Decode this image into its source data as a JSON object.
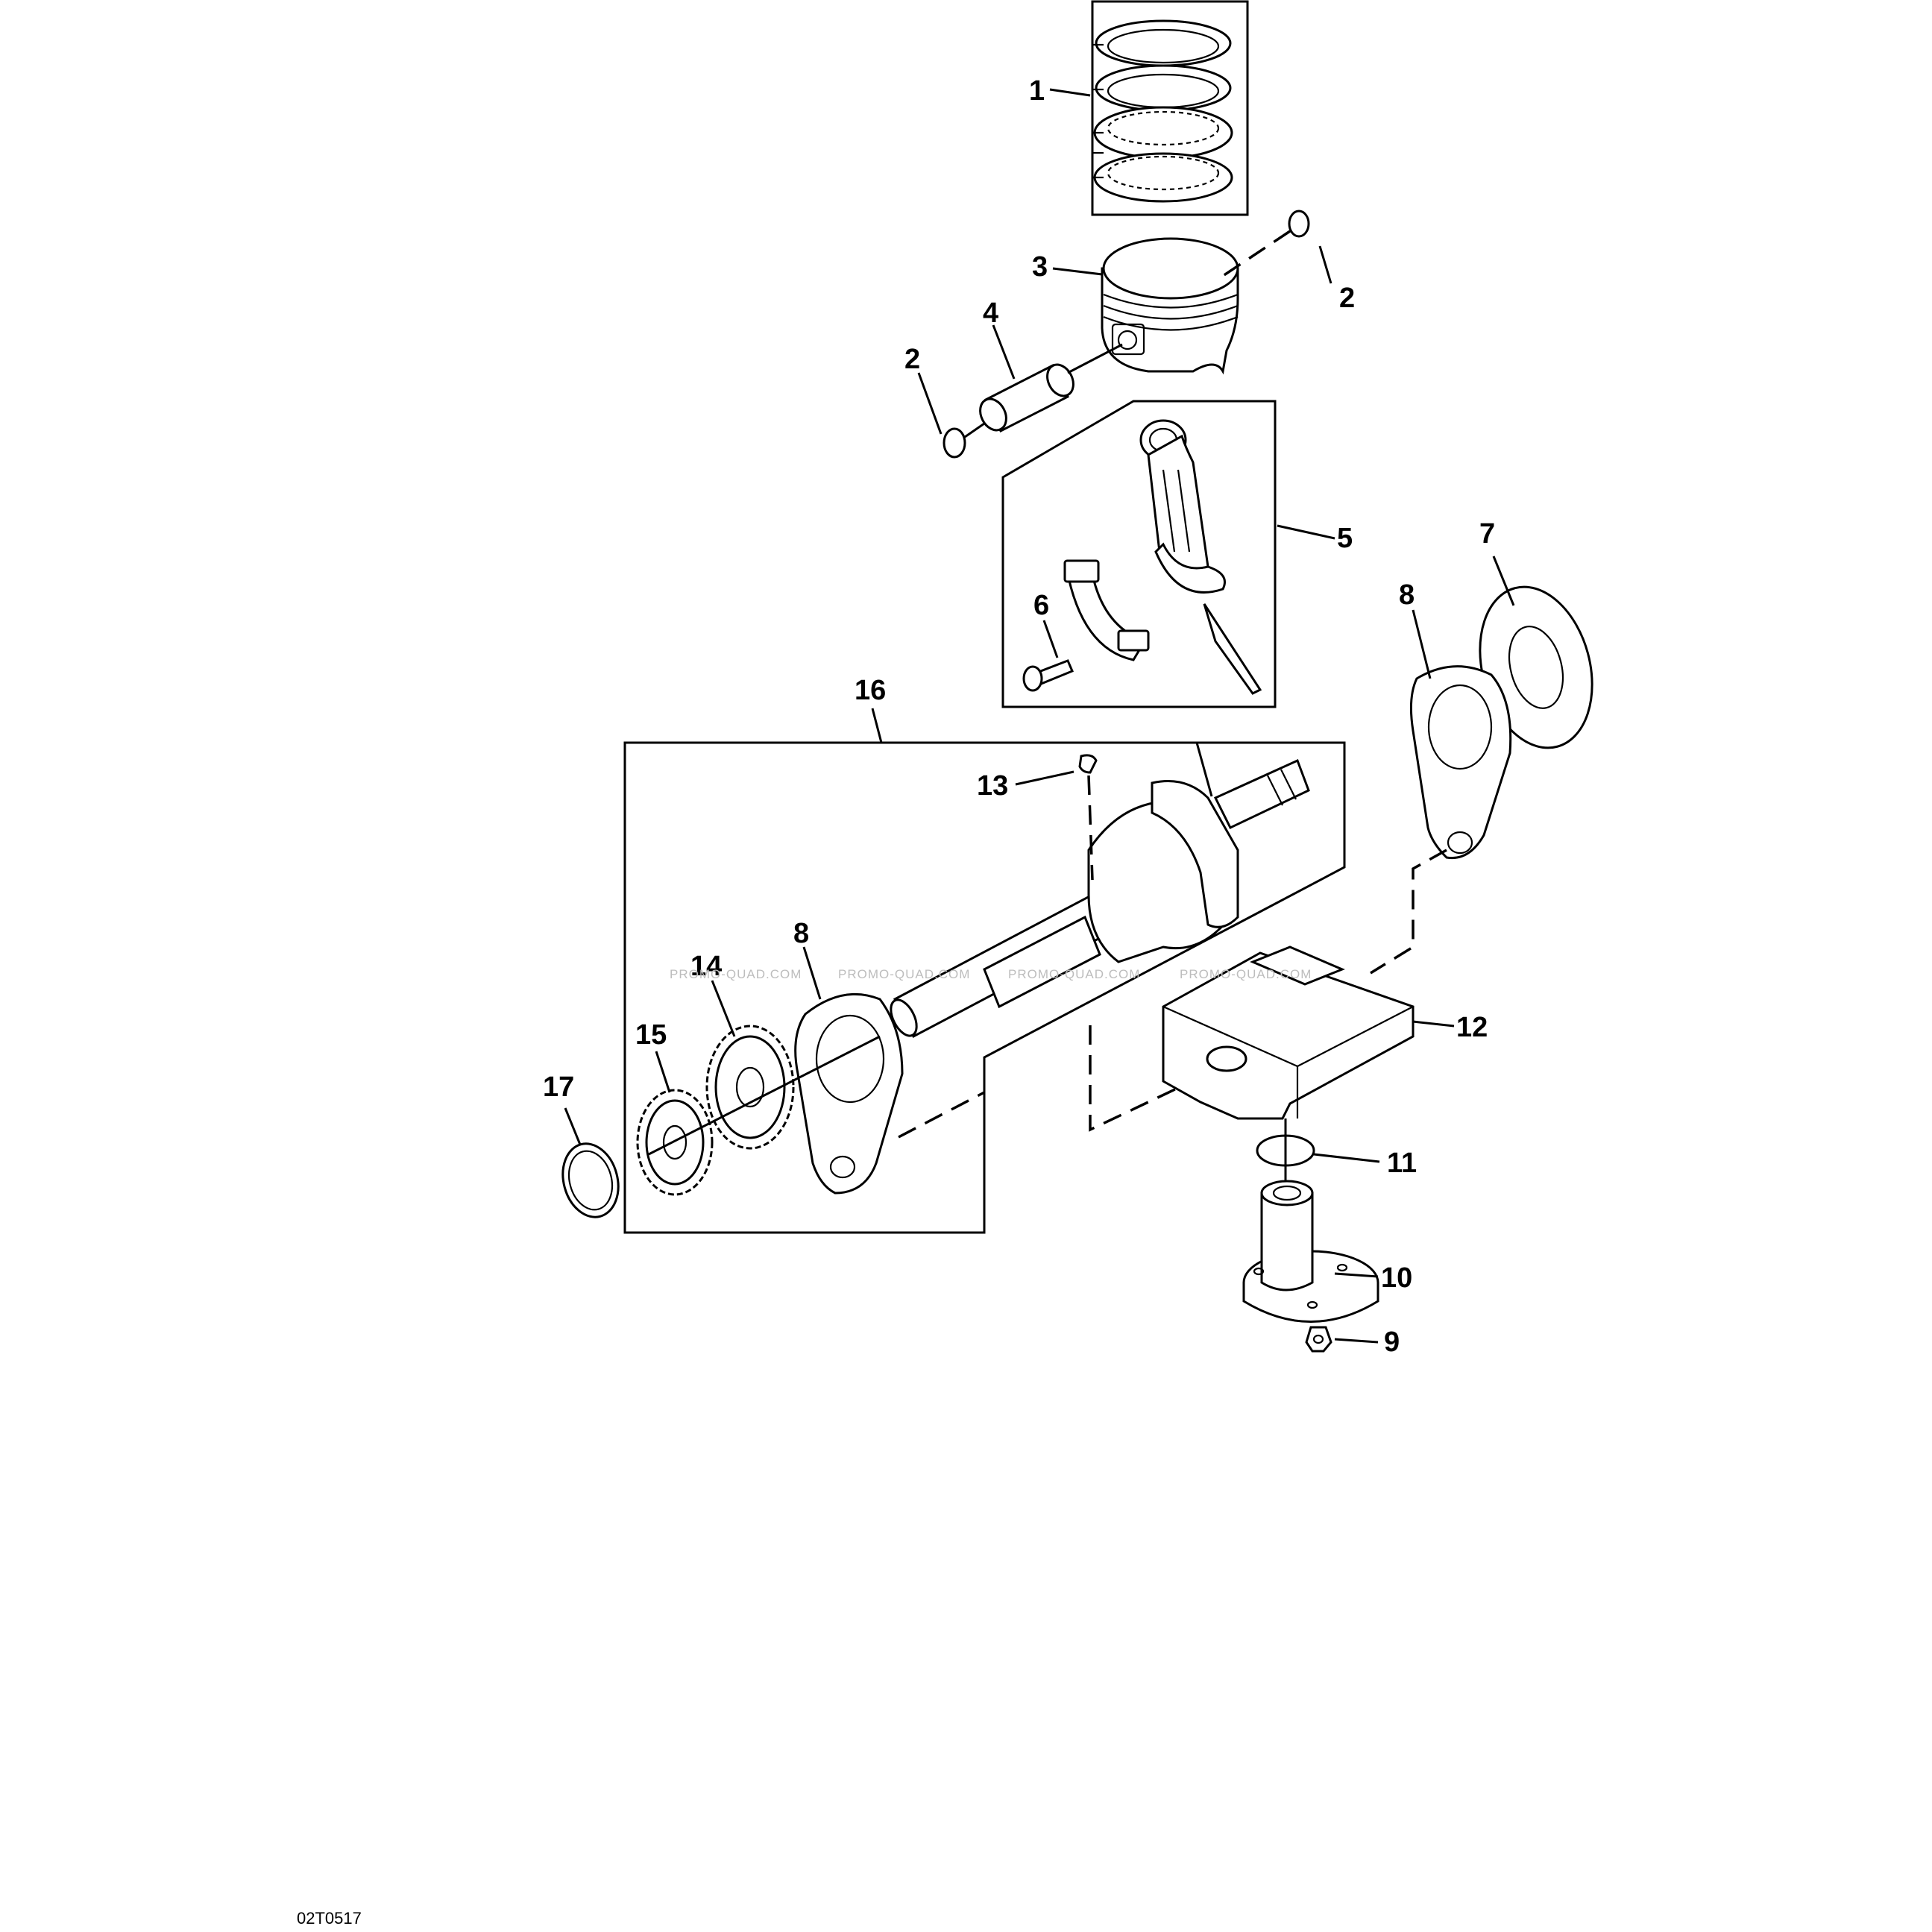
{
  "callouts": [
    {
      "id": "c1",
      "label": "1"
    },
    {
      "id": "c2a",
      "label": "2"
    },
    {
      "id": "c2b",
      "label": "2"
    },
    {
      "id": "c3",
      "label": "3"
    },
    {
      "id": "c4",
      "label": "4"
    },
    {
      "id": "c5",
      "label": "5"
    },
    {
      "id": "c6",
      "label": "6"
    },
    {
      "id": "c7",
      "label": "7"
    },
    {
      "id": "c8a",
      "label": "8"
    },
    {
      "id": "c8b",
      "label": "8"
    },
    {
      "id": "c9",
      "label": "9"
    },
    {
      "id": "c10",
      "label": "10"
    },
    {
      "id": "c11",
      "label": "11"
    },
    {
      "id": "c12",
      "label": "12"
    },
    {
      "id": "c13",
      "label": "13"
    },
    {
      "id": "c14",
      "label": "14"
    },
    {
      "id": "c15",
      "label": "15"
    },
    {
      "id": "c16",
      "label": "16"
    },
    {
      "id": "c17",
      "label": "17"
    }
  ],
  "watermark": {
    "text": "PROMO-QUAD.COM"
  },
  "drawing_code": "02T0517"
}
